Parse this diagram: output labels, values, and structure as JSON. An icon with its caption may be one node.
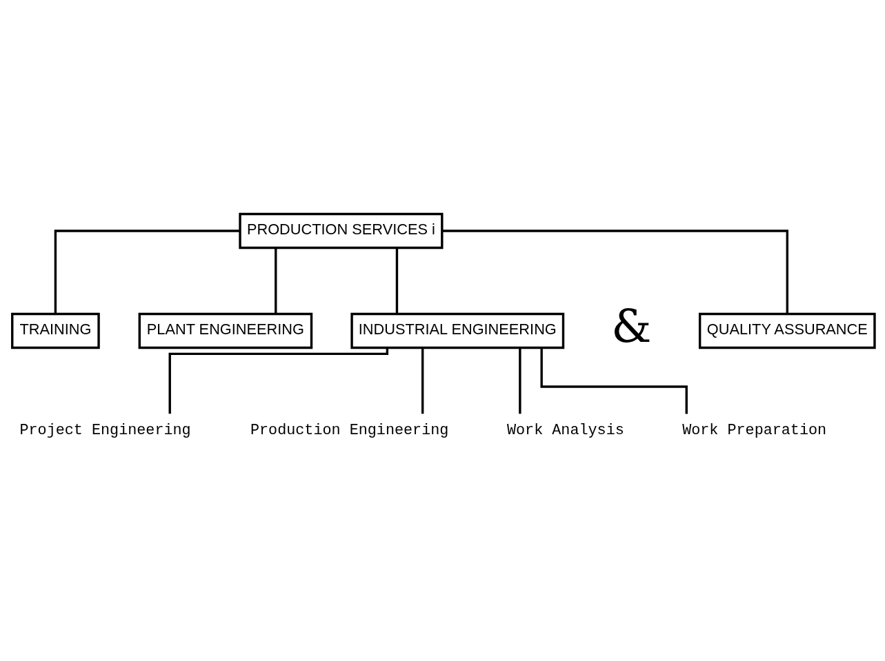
{
  "diagram": {
    "nodes": [
      {
        "text": [
          "PRODUCTION SERVICES i"
        ]
      },
      {
        "text": [
          "QUALITY ASSURANCE"
        ]
      },
      {
        "text": [
          "TRAINING"
        ]
      },
      {
        "text": [
          "PLANT ENGINEERING"
        ]
      },
      {
        "text": [
          "INDUSTRIAL ENGINEERING"
        ]
      },
      {
        "text": [
          "Project Engineering"
        ]
      },
      {
        "text": [
          "Production Engineering"
        ]
      },
      {
        "text": [
          "Work Analysis"
        ]
      },
      {
        "text": [
          "Work Preparation"
        ]
      }
    ],
    "edges": [
      {
        "from": 0,
        "to": 1,
        "arrow": "none"
      },
      {
        "from": 0,
        "to": 2,
        "arrow": "none"
      },
      {
        "from": 0,
        "to": 3,
        "arrow": "none"
      },
      {
        "from": 0,
        "to": 4,
        "arrow": "none"
      },
      {
        "from": 4,
        "to": 5,
        "arrow": "none"
      },
      {
        "from": 4,
        "to": 6,
        "arrow": "none"
      },
      {
        "from": 4,
        "to": 7,
        "arrow": "none"
      },
      {
        "from": 4,
        "to": 8,
        "arrow": "none"
      }
    ],
    "labels": [
      "&"
    ]
  }
}
